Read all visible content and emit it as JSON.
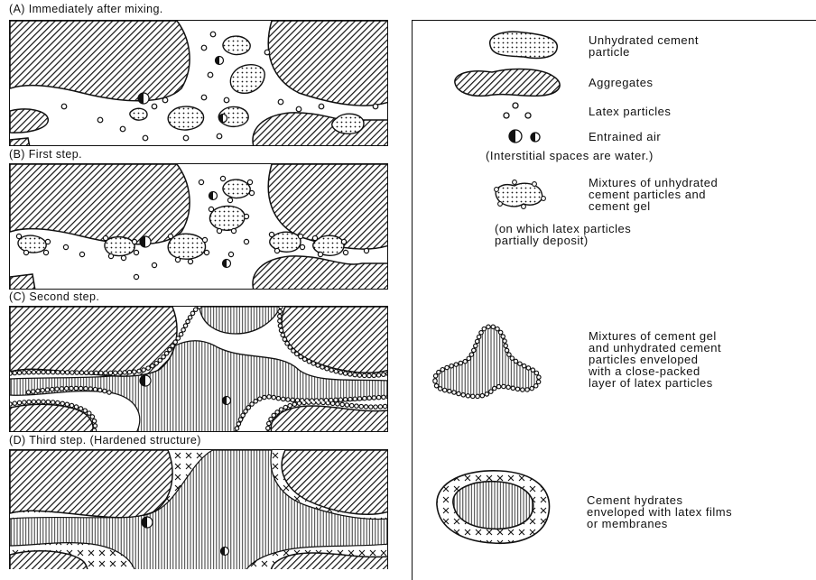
{
  "stages": [
    {
      "id": "a",
      "caption": "(A) Immediately after mixing."
    },
    {
      "id": "b",
      "caption": "(B) First step."
    },
    {
      "id": "c",
      "caption": "(C) Second step."
    },
    {
      "id": "d",
      "caption": "(D) Third step. (Hardened structure)"
    }
  ],
  "legend": {
    "unhydrated_cement": "Unhydrated cement\nparticle",
    "aggregates": "Aggregates",
    "latex_particles": "Latex particles",
    "entrained_air": "Entrained air",
    "interstitial_note": "(Interstitial spaces are water.)",
    "mixtures_gel": "Mixtures of unhydrated\ncement particles and\ncement gel",
    "deposit_note": "(on which latex particles\npartially deposit)",
    "enveloped_mixtures": "Mixtures of cement gel\nand unhydrated cement\nparticles enveloped\nwith a close-packed\nlayer of latex particles",
    "cement_hydrates": "Cement hydrates\nenveloped with latex films\nor membranes"
  }
}
